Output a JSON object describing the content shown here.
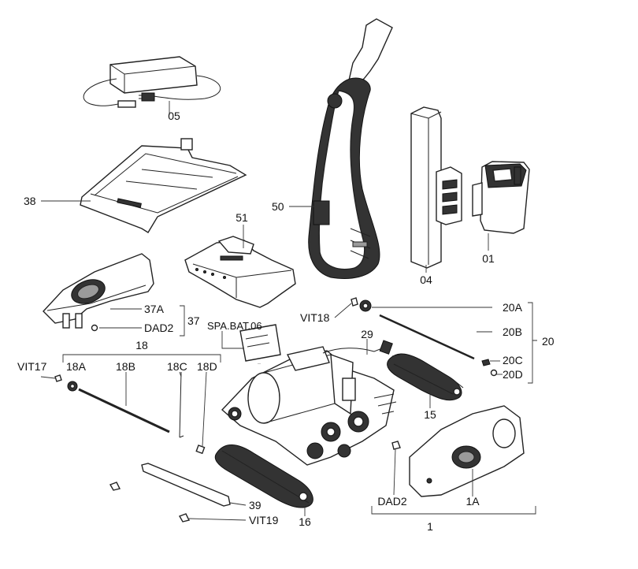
{
  "labels": {
    "p05": "05",
    "p38": "38",
    "p51": "51",
    "p50": "50",
    "p04": "04",
    "p01": "01",
    "p37a": "37A",
    "p37": "37",
    "pdad2_top": "DAD2",
    "pspa": "SPA.BAT.06",
    "p18": "18",
    "pvit17": "VIT17",
    "p18a": "18A",
    "p18b": "18B",
    "p18c": "18C",
    "p18d": "18D",
    "pvit18": "VIT18",
    "p20a": "20A",
    "p20b": "20B",
    "p20c": "20C",
    "p20d": "20D",
    "p20": "20",
    "p29": "29",
    "p15": "15",
    "p16": "16",
    "p39": "39",
    "pvit19": "VIT19",
    "pdad2_bot": "DAD2",
    "p1a": "1A",
    "p1": "1"
  }
}
